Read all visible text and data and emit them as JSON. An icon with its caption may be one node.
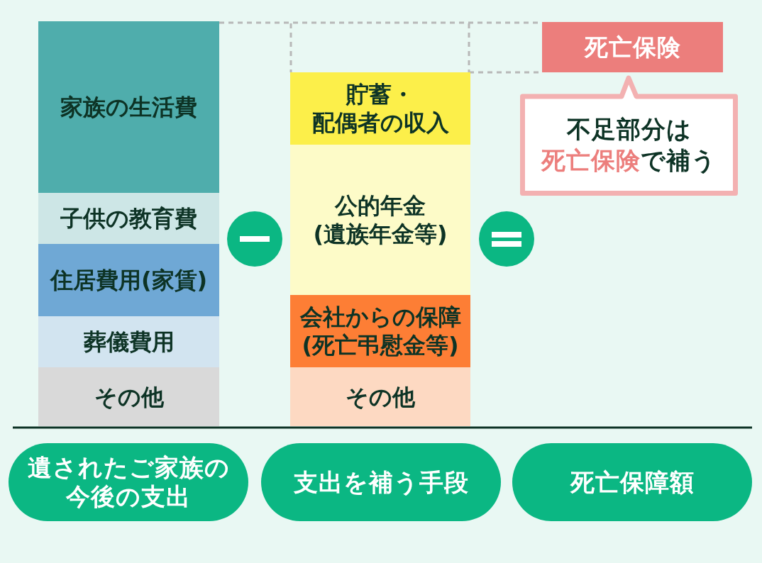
{
  "diagram": {
    "nodes": [
      {
        "text": [
          "家族の生活費"
        ]
      },
      {
        "text": [
          "子供の教育費"
        ]
      },
      {
        "text": [
          "住居費用(家賃)"
        ]
      },
      {
        "text": [
          "葬儀費用"
        ]
      },
      {
        "text": [
          "その他"
        ]
      },
      {
        "text": [
          "貯蓄・配偶者の収入"
        ]
      },
      {
        "text": [
          "公的年金(遺族年金等)"
        ]
      },
      {
        "text": [
          "会社からの保障(死亡弔慰金等)"
        ]
      },
      {
        "text": [
          "その他"
        ]
      },
      {
        "text": [
          "死亡保険"
        ]
      },
      {
        "text": [
          "不足部分は**死亡保険**で補う"
        ]
      },
      {
        "text": [
          "遺されたご家族の今後の支出"
        ]
      },
      {
        "text": [
          "支出を補う手段"
        ]
      },
      {
        "text": [
          "死亡保障額"
        ]
      }
    ]
  }
}
